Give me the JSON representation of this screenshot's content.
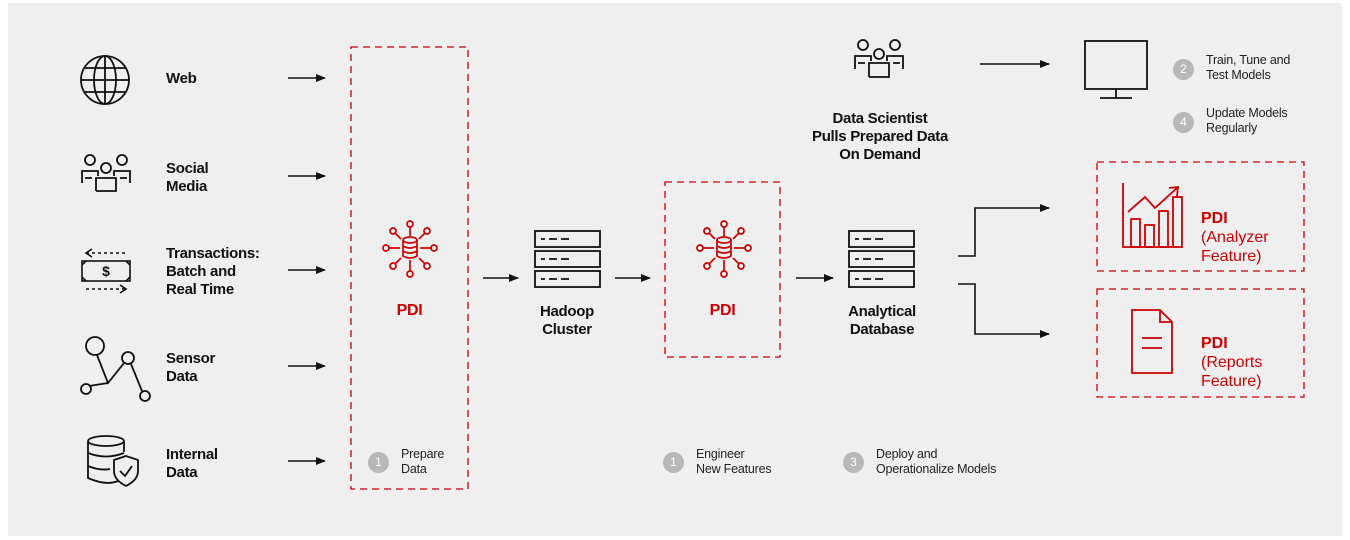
{
  "colors": {
    "brand_red": "#cc0000",
    "ink": "#111111",
    "panel_bg": "#efefef",
    "step_badge": "#b8b8b8"
  },
  "sources": [
    {
      "label": "Web",
      "icon": "globe-icon"
    },
    {
      "label": "Social\nMedia",
      "icon": "people-network-icon"
    },
    {
      "label": "Transactions:\nBatch and\nReal Time",
      "icon": "cash-transfer-icon"
    },
    {
      "label": "Sensor\nData",
      "icon": "sensor-nodes-icon"
    },
    {
      "label": "Internal\nData",
      "icon": "database-shield-icon"
    }
  ],
  "pdi_prepare": {
    "label": "PDI",
    "icon": "pdi-hub-icon",
    "step_number": "1",
    "step_text": "Prepare\nData"
  },
  "hadoop": {
    "label": "Hadoop\nCluster",
    "icon": "server-stack-icon"
  },
  "pdi_engineer": {
    "label": "PDI",
    "icon": "pdi-hub-icon",
    "step_number": "1",
    "step_text": "Engineer\nNew Features"
  },
  "analytical_db": {
    "label": "Analytical\nDatabase",
    "icon": "server-stack-icon",
    "step_number": "3",
    "step_text": "Deploy and\nOperationalize Models"
  },
  "data_scientist": {
    "label": "Data Scientist\nPulls Prepared Data\nOn Demand",
    "icon": "people-network-icon"
  },
  "monitor": {
    "icon": "monitor-icon",
    "steps": [
      {
        "number": "2",
        "text": "Train, Tune and\nTest Models"
      },
      {
        "number": "4",
        "text": "Update Models\nRegularly"
      }
    ]
  },
  "analyzer": {
    "title": "PDI",
    "subtitle": "(Analyzer\nFeature)",
    "icon": "growth-chart-icon"
  },
  "reports": {
    "title": "PDI",
    "subtitle": "(Reports\nFeature)",
    "icon": "document-icon"
  }
}
